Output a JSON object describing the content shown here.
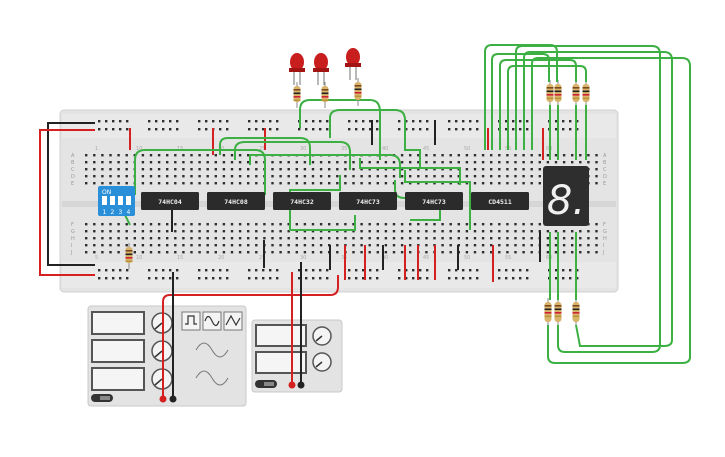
{
  "chips": [
    {
      "label": "74HC04"
    },
    {
      "label": "74HC08"
    },
    {
      "label": "74HC32"
    },
    {
      "label": "74HC73"
    },
    {
      "label": "74HC73"
    },
    {
      "label": "CD4511"
    }
  ],
  "dip_switch": {
    "on_label": "ON",
    "positions": [
      "1",
      "2",
      "3",
      "4"
    ]
  },
  "seven_segment": {
    "digit": "8."
  },
  "column_numbers_top": [
    "1",
    "10",
    "15",
    "20",
    "25",
    "30",
    "35",
    "40",
    "45",
    "50",
    "55",
    "60"
  ],
  "column_numbers_bottom": [
    "5",
    "10",
    "15",
    "20",
    "25",
    "30",
    "35",
    "40",
    "45",
    "50",
    "55",
    "60"
  ],
  "row_letters_top": [
    "A",
    "B",
    "C",
    "D",
    "E"
  ],
  "row_letters_bottom": [
    "F",
    "G",
    "H",
    "I",
    "J"
  ],
  "function_generator": {
    "waveforms": [
      "square-wave-icon",
      "sine-wave-icon",
      "triangle-wave-icon"
    ]
  },
  "colors": {
    "breadboard": "#e6e6e6",
    "chip": "#2b2b2b",
    "wire_green": "#3cb043",
    "wire_red": "#d42020",
    "wire_black": "#222222",
    "dip_blue": "#2a8fd9",
    "led_red": "#c81e1e",
    "resistor": "#d9b36a"
  }
}
